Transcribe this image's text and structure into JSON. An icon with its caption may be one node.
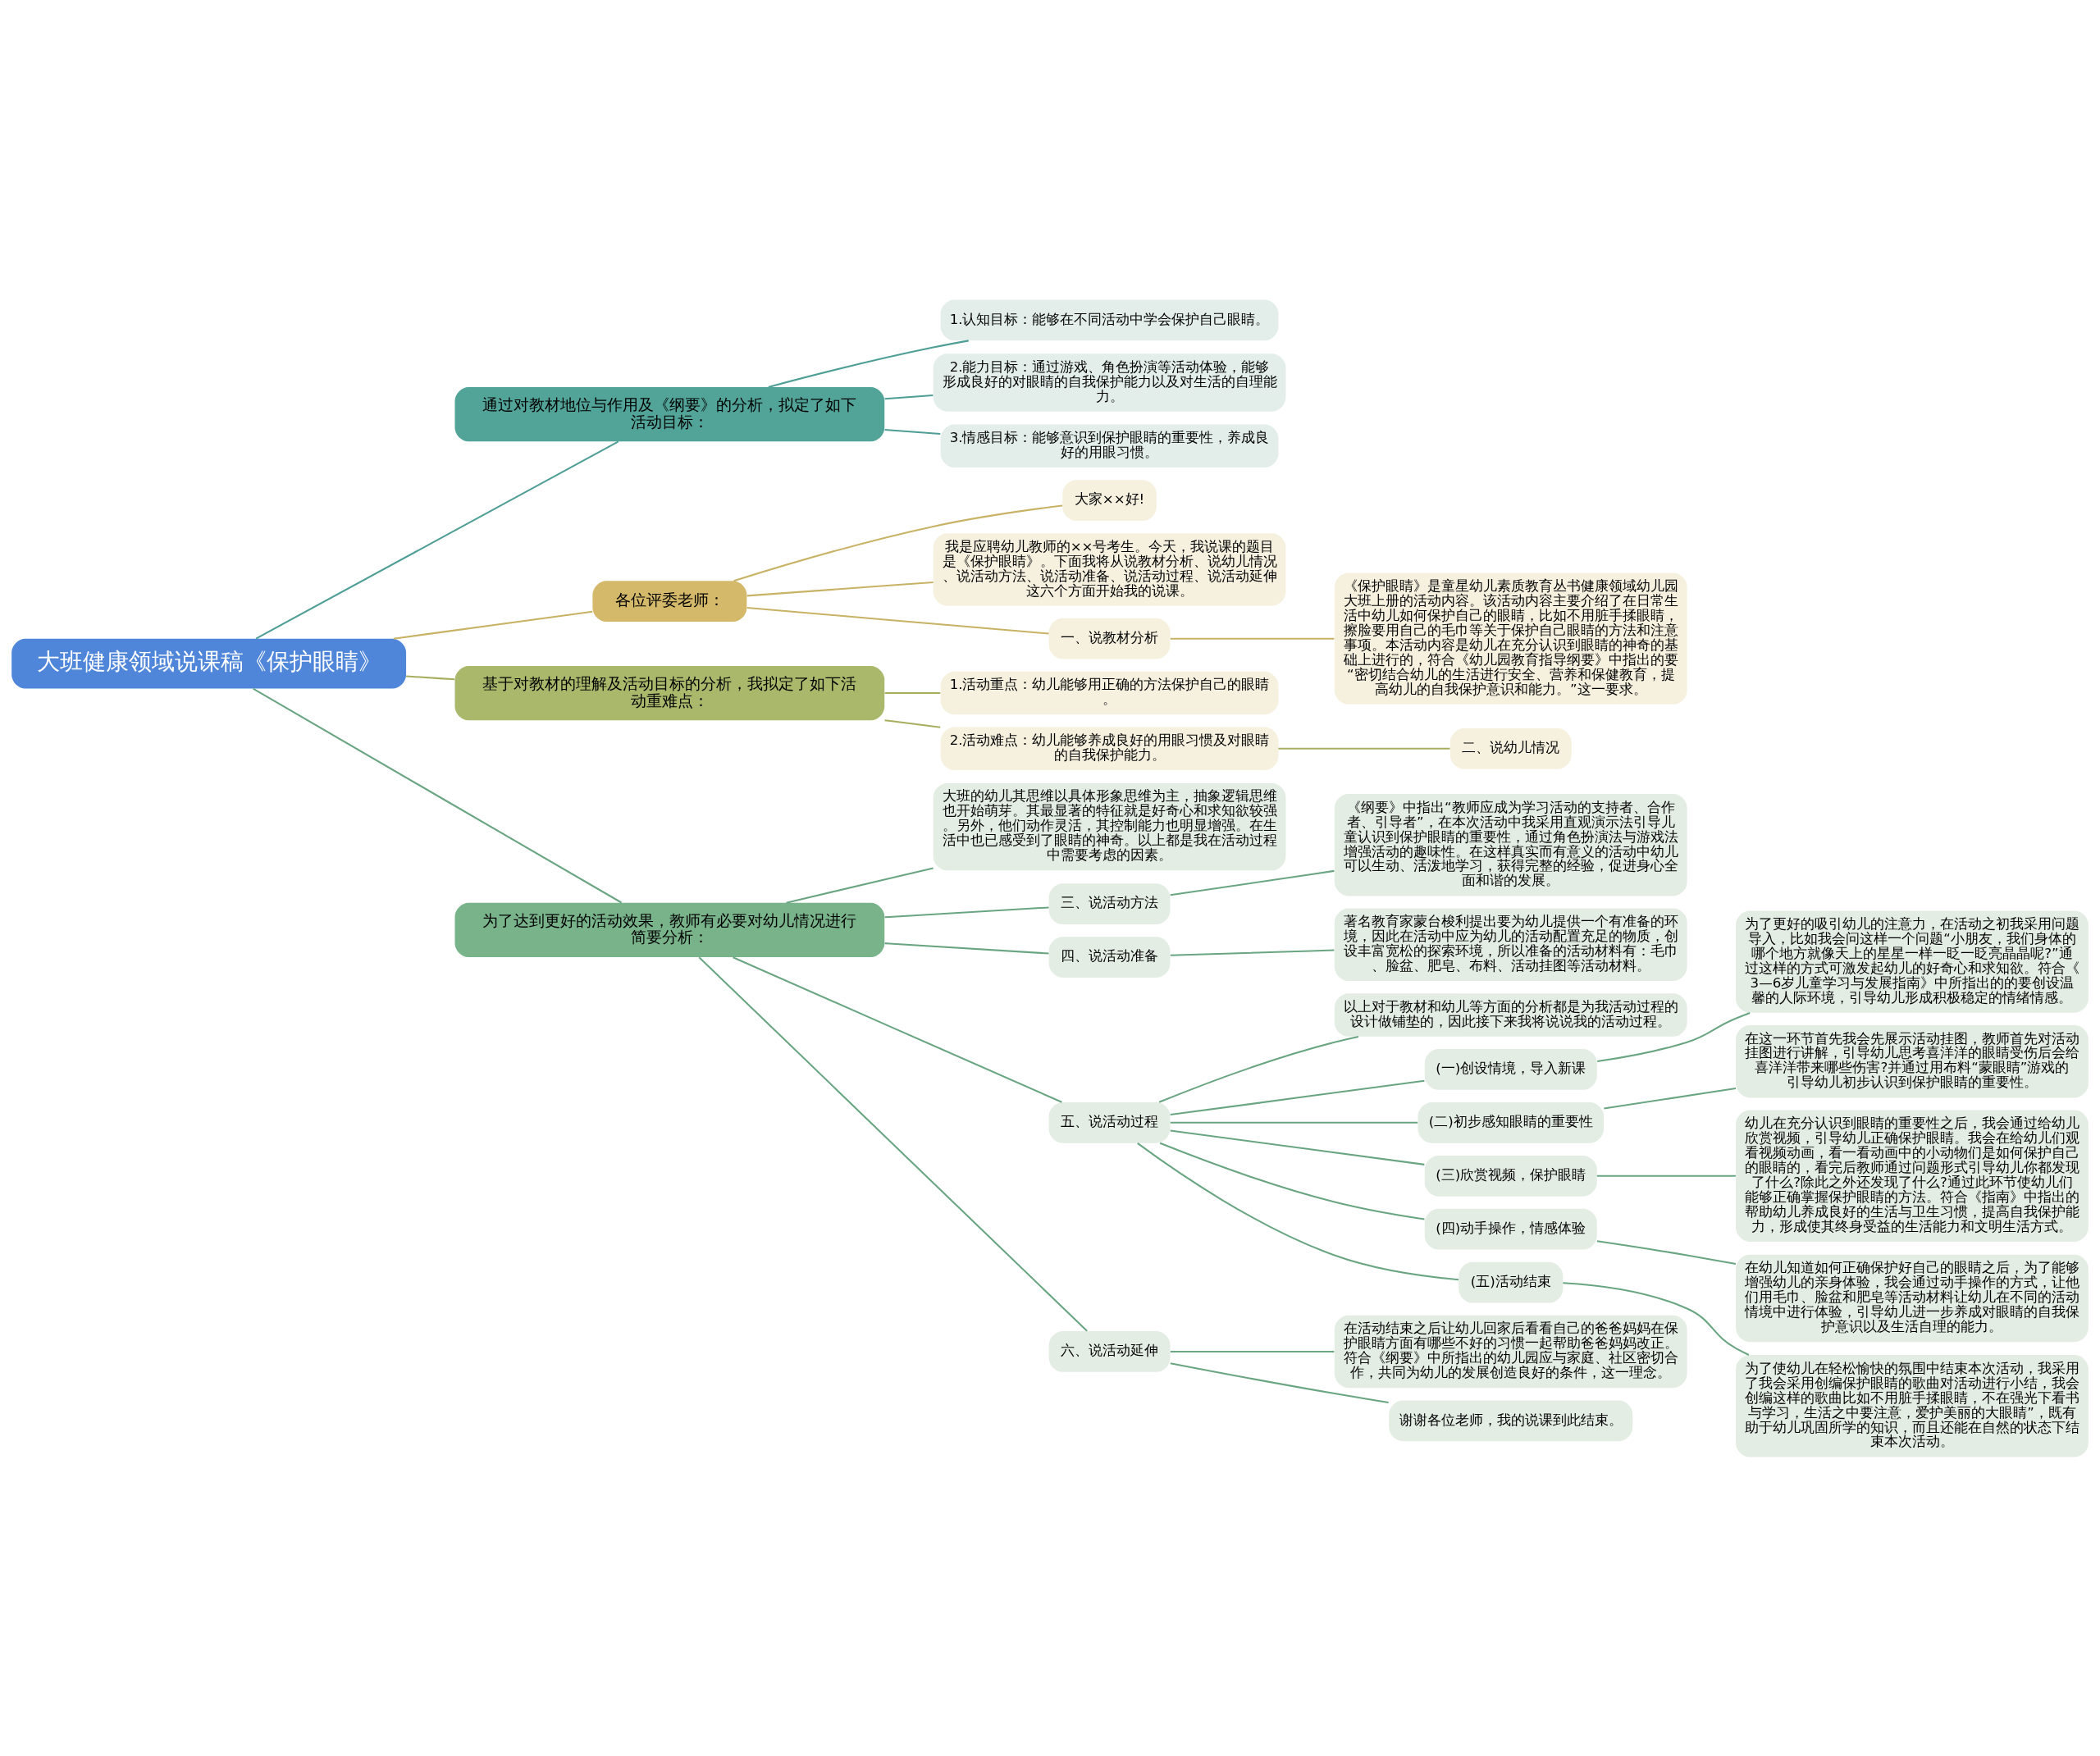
{
  "diagram": {
    "nodes": [
      {
        "text": [
          "大班健康领域说课稿《保护眼睛》"
        ]
      },
      {
        "text": [
          "通过对教材地位与作用及《纲要》的分析，拟定了如下活动目标："
        ]
      },
      {
        "text": [
          "1.认知目标：能够在不同活动中学会保护自己眼睛。"
        ]
      },
      {
        "text": [
          "2.能力目标：通过游戏、角色扮演等活动体验，能够形成良好的对眼睛的自我保护能力以及对生活的自理能力。"
        ]
      },
      {
        "text": [
          "3.情感目标：能够意识到保护眼睛的重要性，养成良好的用眼习惯。"
        ]
      },
      {
        "text": [
          "各位评委老师："
        ]
      },
      {
        "text": [
          "大家××好!"
        ]
      },
      {
        "text": [
          "我是应聘幼儿教师的××号考生。今天，我说课的题目是《保护眼睛》。下面我将从说教材分析、说幼儿情况、说活动方法、说活动准备、说活动过程、说活动延伸这六个方面开始我的说课。"
        ]
      },
      {
        "text": [
          "一、说教材分析"
        ]
      },
      {
        "text": [
          "《保护眼睛》是童星幼儿素质教育丛书健康领域幼儿园大班上册的活动内容。该活动内容主要介绍了在日常生活中幼儿如何保护自己的眼睛，比如不用脏手揉眼睛，擦脸要用自己的毛巾等关于保护自己眼睛的方法和注意事项。本活动内容是幼儿在充分认识到眼睛的神奇的基础上进行的，符合《幼儿园教育指导纲要》中指出的要“密切结合幼儿的生活进行安全、营养和保健教育，提高幼儿的自我保护意识和能力。”这一要求。"
        ]
      },
      {
        "text": [
          "基于对教材的理解及活动目标的分析，我拟定了如下活动重难点："
        ]
      },
      {
        "text": [
          "1.活动重点：幼儿能够用正确的方法保护自己的眼睛。"
        ]
      },
      {
        "text": [
          "2.活动难点：幼儿能够养成良好的用眼习惯及对眼睛的自我保护能力。"
        ]
      },
      {
        "text": [
          "二、说幼儿情况"
        ]
      },
      {
        "text": [
          "为了达到更好的活动效果，教师有必要对幼儿情况进行简要分析："
        ]
      },
      {
        "text": [
          "大班的幼儿其思维以具体形象思维为主，抽象逻辑思维也开始萌芽。其最显著的特征就是好奇心和求知欲较强。另外，他们动作灵活，其控制能力也明显增强。在生活中也已感受到了眼睛的神奇。以上都是我在活动过程中需要考虑的因素。"
        ]
      },
      {
        "text": [
          "三、说活动方法"
        ]
      },
      {
        "text": [
          "《纲要》中指出“教师应成为学习活动的支持者、合作者、引导者”，在本次活动中我采用直观演示法引导儿童认识到保护眼睛的重要性，通过角色扮演法与游戏法增强活动的趣味性。在这样真实而有意义的活动中幼儿可以生动、活泼地学习，获得完整的经验，促进身心全面和谐的发展。"
        ]
      },
      {
        "text": [
          "四、说活动准备"
        ]
      },
      {
        "text": [
          "著名教育家蒙台梭利提出要为幼儿提供一个有准备的环境，因此在活动中应为幼儿的活动配置充足的物质，创设丰富宽松的探索环境，所以准备的活动材料有：毛巾、脸盆、肥皂、布料、活动挂图等活动材料。"
        ]
      },
      {
        "text": [
          "五、说活动过程"
        ]
      },
      {
        "text": [
          "以上对于教材和幼儿等方面的分析都是为我活动过程的设计做铺垫的，因此接下来我将说说我的活动过程。"
        ]
      },
      {
        "text": [
          "(一)创设情境，导入新课"
        ]
      },
      {
        "text": [
          "为了更好的吸引幼儿的注意力，在活动之初我采用问题导入，比如我会问这样一个问题“小朋友，我们身体的哪个地方就像天上的星星一样一眨一眨亮晶晶呢?”通过这样的方式可激发起幼儿的好奇心和求知欲。符合《3—6岁儿童学习与发展指南》中所指出的的要创设温馨的人际环境，引导幼儿形成积极稳定的情绪情感。"
        ]
      },
      {
        "text": [
          "(二)初步感知眼睛的重要性"
        ]
      },
      {
        "text": [
          "在这一环节首先我会先展示活动挂图，教师首先对活动挂图进行讲解，引导幼儿思考喜洋洋的眼睛受伤后会给喜洋洋带来哪些伤害?并通过用布料“蒙眼睛”游戏的引导幼儿初步认识到保护眼睛的重要性。"
        ]
      },
      {
        "text": [
          "(三)欣赏视频，保护眼睛"
        ]
      },
      {
        "text": [
          "幼儿在充分认识到眼睛的重要性之后，我会通过给幼儿欣赏视频，引导幼儿正确保护眼睛。我会在给幼儿们观看视频动画，看一看动画中的小动物们是如何保护自己的眼睛的，看完后教师通过问题形式引导幼儿你都发现了什么?除此之外还发现了什么?通过此环节使幼儿们能够正确掌握保护眼睛的方法。符合《指南》中指出的帮助幼儿养成良好的生活与卫生习惯，提高自我保护能力，形成使其终身受益的生活能力和文明生活方式。"
        ]
      },
      {
        "text": [
          "(四)动手操作，情感体验"
        ]
      },
      {
        "text": [
          "在幼儿知道如何正确保护好自己的眼睛之后，为了能够增强幼儿的亲身体验，我会通过动手操作的方式，让他们用毛巾、脸盆和肥皂等活动材料让幼儿在不同的活动情境中进行体验，引导幼儿进一步养成对眼睛的自我保护意识以及生活自理的能力。"
        ]
      },
      {
        "text": [
          "(五)活动结束"
        ]
      },
      {
        "text": [
          "为了使幼儿在轻松愉快的氛围中结束本次活动，我采用了我会采用创编保护眼睛的歌曲对活动进行小结，我会创编这样的歌曲比如不用脏手揉眼睛，不在强光下看书与学习，生活之中要注意，爱护美丽的大眼睛”，既有助于幼儿巩固所学的知识，而且还能在自然的状态下结束本次活动。"
        ]
      },
      {
        "text": [
          "六、说活动延伸"
        ]
      },
      {
        "text": [
          "在活动结束之后让幼儿回家后看看自己的爸爸妈妈在保护眼睛方面有哪些不好的习惯一起帮助爸爸妈妈改正。符合《纲要》中所指出的幼儿园应与家庭、社区密切合作，共同为幼儿的发展创造良好的条件，这一理念。"
        ]
      },
      {
        "text": [
          "谢谢各位老师，我的说课到此结束。"
        ]
      }
    ],
    "edges": [
      {
        "from": 0,
        "to": 1,
        "arrow": "none",
        "color": "#4f9e95"
      },
      {
        "from": 1,
        "to": 2,
        "arrow": "none",
        "color": "#4f9e95"
      },
      {
        "from": 1,
        "to": 3,
        "arrow": "none",
        "color": "#4f9e95"
      },
      {
        "from": 1,
        "to": 4,
        "arrow": "none",
        "color": "#4f9e95"
      },
      {
        "from": 0,
        "to": 5,
        "arrow": "none",
        "color": "#c8b265"
      },
      {
        "from": 5,
        "to": 6,
        "arrow": "none",
        "color": "#c8b265"
      },
      {
        "from": 5,
        "to": 7,
        "arrow": "none",
        "color": "#c8b265"
      },
      {
        "from": 5,
        "to": 8,
        "arrow": "none",
        "color": "#c8b265"
      },
      {
        "from": 8,
        "to": 9,
        "arrow": "none",
        "color": "#c8b265"
      },
      {
        "from": 0,
        "to": 10,
        "arrow": "none",
        "color": "#a7ae5f"
      },
      {
        "from": 10,
        "to": 11,
        "arrow": "none",
        "color": "#a7ae5f"
      },
      {
        "from": 10,
        "to": 12,
        "arrow": "none",
        "color": "#a7ae5f"
      },
      {
        "from": 12,
        "to": 13,
        "arrow": "none",
        "color": "#a7ae5f"
      },
      {
        "from": 0,
        "to": 14,
        "arrow": "none"
      },
      {
        "from": 14,
        "to": 15,
        "arrow": "none"
      },
      {
        "from": 14,
        "to": 16,
        "arrow": "none"
      },
      {
        "from": 16,
        "to": 17,
        "arrow": "none"
      },
      {
        "from": 14,
        "to": 18,
        "arrow": "none"
      },
      {
        "from": 18,
        "to": 19,
        "arrow": "none"
      },
      {
        "from": 14,
        "to": 20,
        "arrow": "none"
      },
      {
        "from": 20,
        "to": 21,
        "arrow": "none"
      },
      {
        "from": 20,
        "to": 22,
        "arrow": "none"
      },
      {
        "from": 22,
        "to": 23,
        "arrow": "none"
      },
      {
        "from": 20,
        "to": 24,
        "arrow": "none"
      },
      {
        "from": 24,
        "to": 25,
        "arrow": "none"
      },
      {
        "from": 20,
        "to": 26,
        "arrow": "none"
      },
      {
        "from": 26,
        "to": 27,
        "arrow": "none"
      },
      {
        "from": 20,
        "to": 28,
        "arrow": "none"
      },
      {
        "from": 28,
        "to": 29,
        "arrow": "none"
      },
      {
        "from": 20,
        "to": 30,
        "arrow": "none"
      },
      {
        "from": 30,
        "to": 31,
        "arrow": "none"
      },
      {
        "from": 14,
        "to": 32,
        "arrow": "none"
      },
      {
        "from": 32,
        "to": 33,
        "arrow": "none"
      },
      {
        "from": 32,
        "to": 34,
        "arrow": "none"
      }
    ]
  }
}
